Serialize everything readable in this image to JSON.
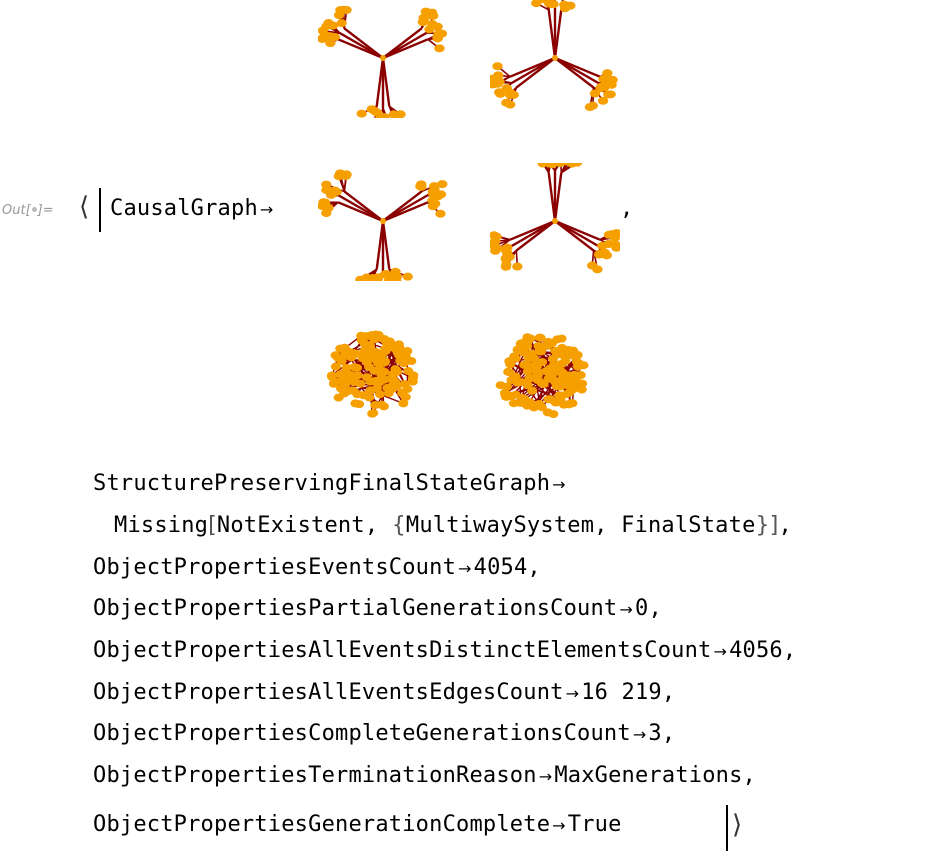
{
  "output_label": {
    "prefix": "Out[",
    "suffix": "]="
  },
  "brackets": {
    "open": "⟨",
    "close": "⟩",
    "comma": ","
  },
  "causal_graph": {
    "key": "CausalGraph",
    "arrow": "→",
    "thumbnails": [
      "triskelion-graph",
      "triskelion-graph",
      "triskelion-graph",
      "triskelion-graph",
      "dense-cluster-graph",
      "dense-cluster-graph"
    ],
    "colors": {
      "node": "#f5a000",
      "edge": "#8b0000"
    }
  },
  "properties": [
    {
      "key": "StructurePreservingFinalStateGraph",
      "arrow": "→"
    },
    {
      "missing_head": "Missing",
      "lb": "[",
      "arg1": "NotExistent,",
      "lbrace": "{",
      "arg2": "MultiwaySystem,",
      "arg3": "FinalState",
      "rbrace": "}",
      "rb": "]",
      "comma": ","
    },
    {
      "key": "ObjectPropertiesEventsCount",
      "arrow": "→",
      "value": "4054",
      "comma": ","
    },
    {
      "key": "ObjectPropertiesPartialGenerationsCount",
      "arrow": "→",
      "value": "0",
      "comma": ","
    },
    {
      "key": "ObjectPropertiesAllEventsDistinctElementsCount",
      "arrow": "→",
      "value": "4056",
      "comma": ","
    },
    {
      "key": "ObjectPropertiesAllEventsEdgesCount",
      "arrow": "→",
      "value": "16 219",
      "comma": ","
    },
    {
      "key": "ObjectPropertiesCompleteGenerationsCount",
      "arrow": "→",
      "value": "3",
      "comma": ","
    },
    {
      "key": "ObjectPropertiesTerminationReason",
      "arrow": "→",
      "value": "MaxGenerations",
      "comma": ","
    },
    {
      "key": "ObjectPropertiesGenerationComplete",
      "arrow": "→",
      "value": "True"
    }
  ]
}
